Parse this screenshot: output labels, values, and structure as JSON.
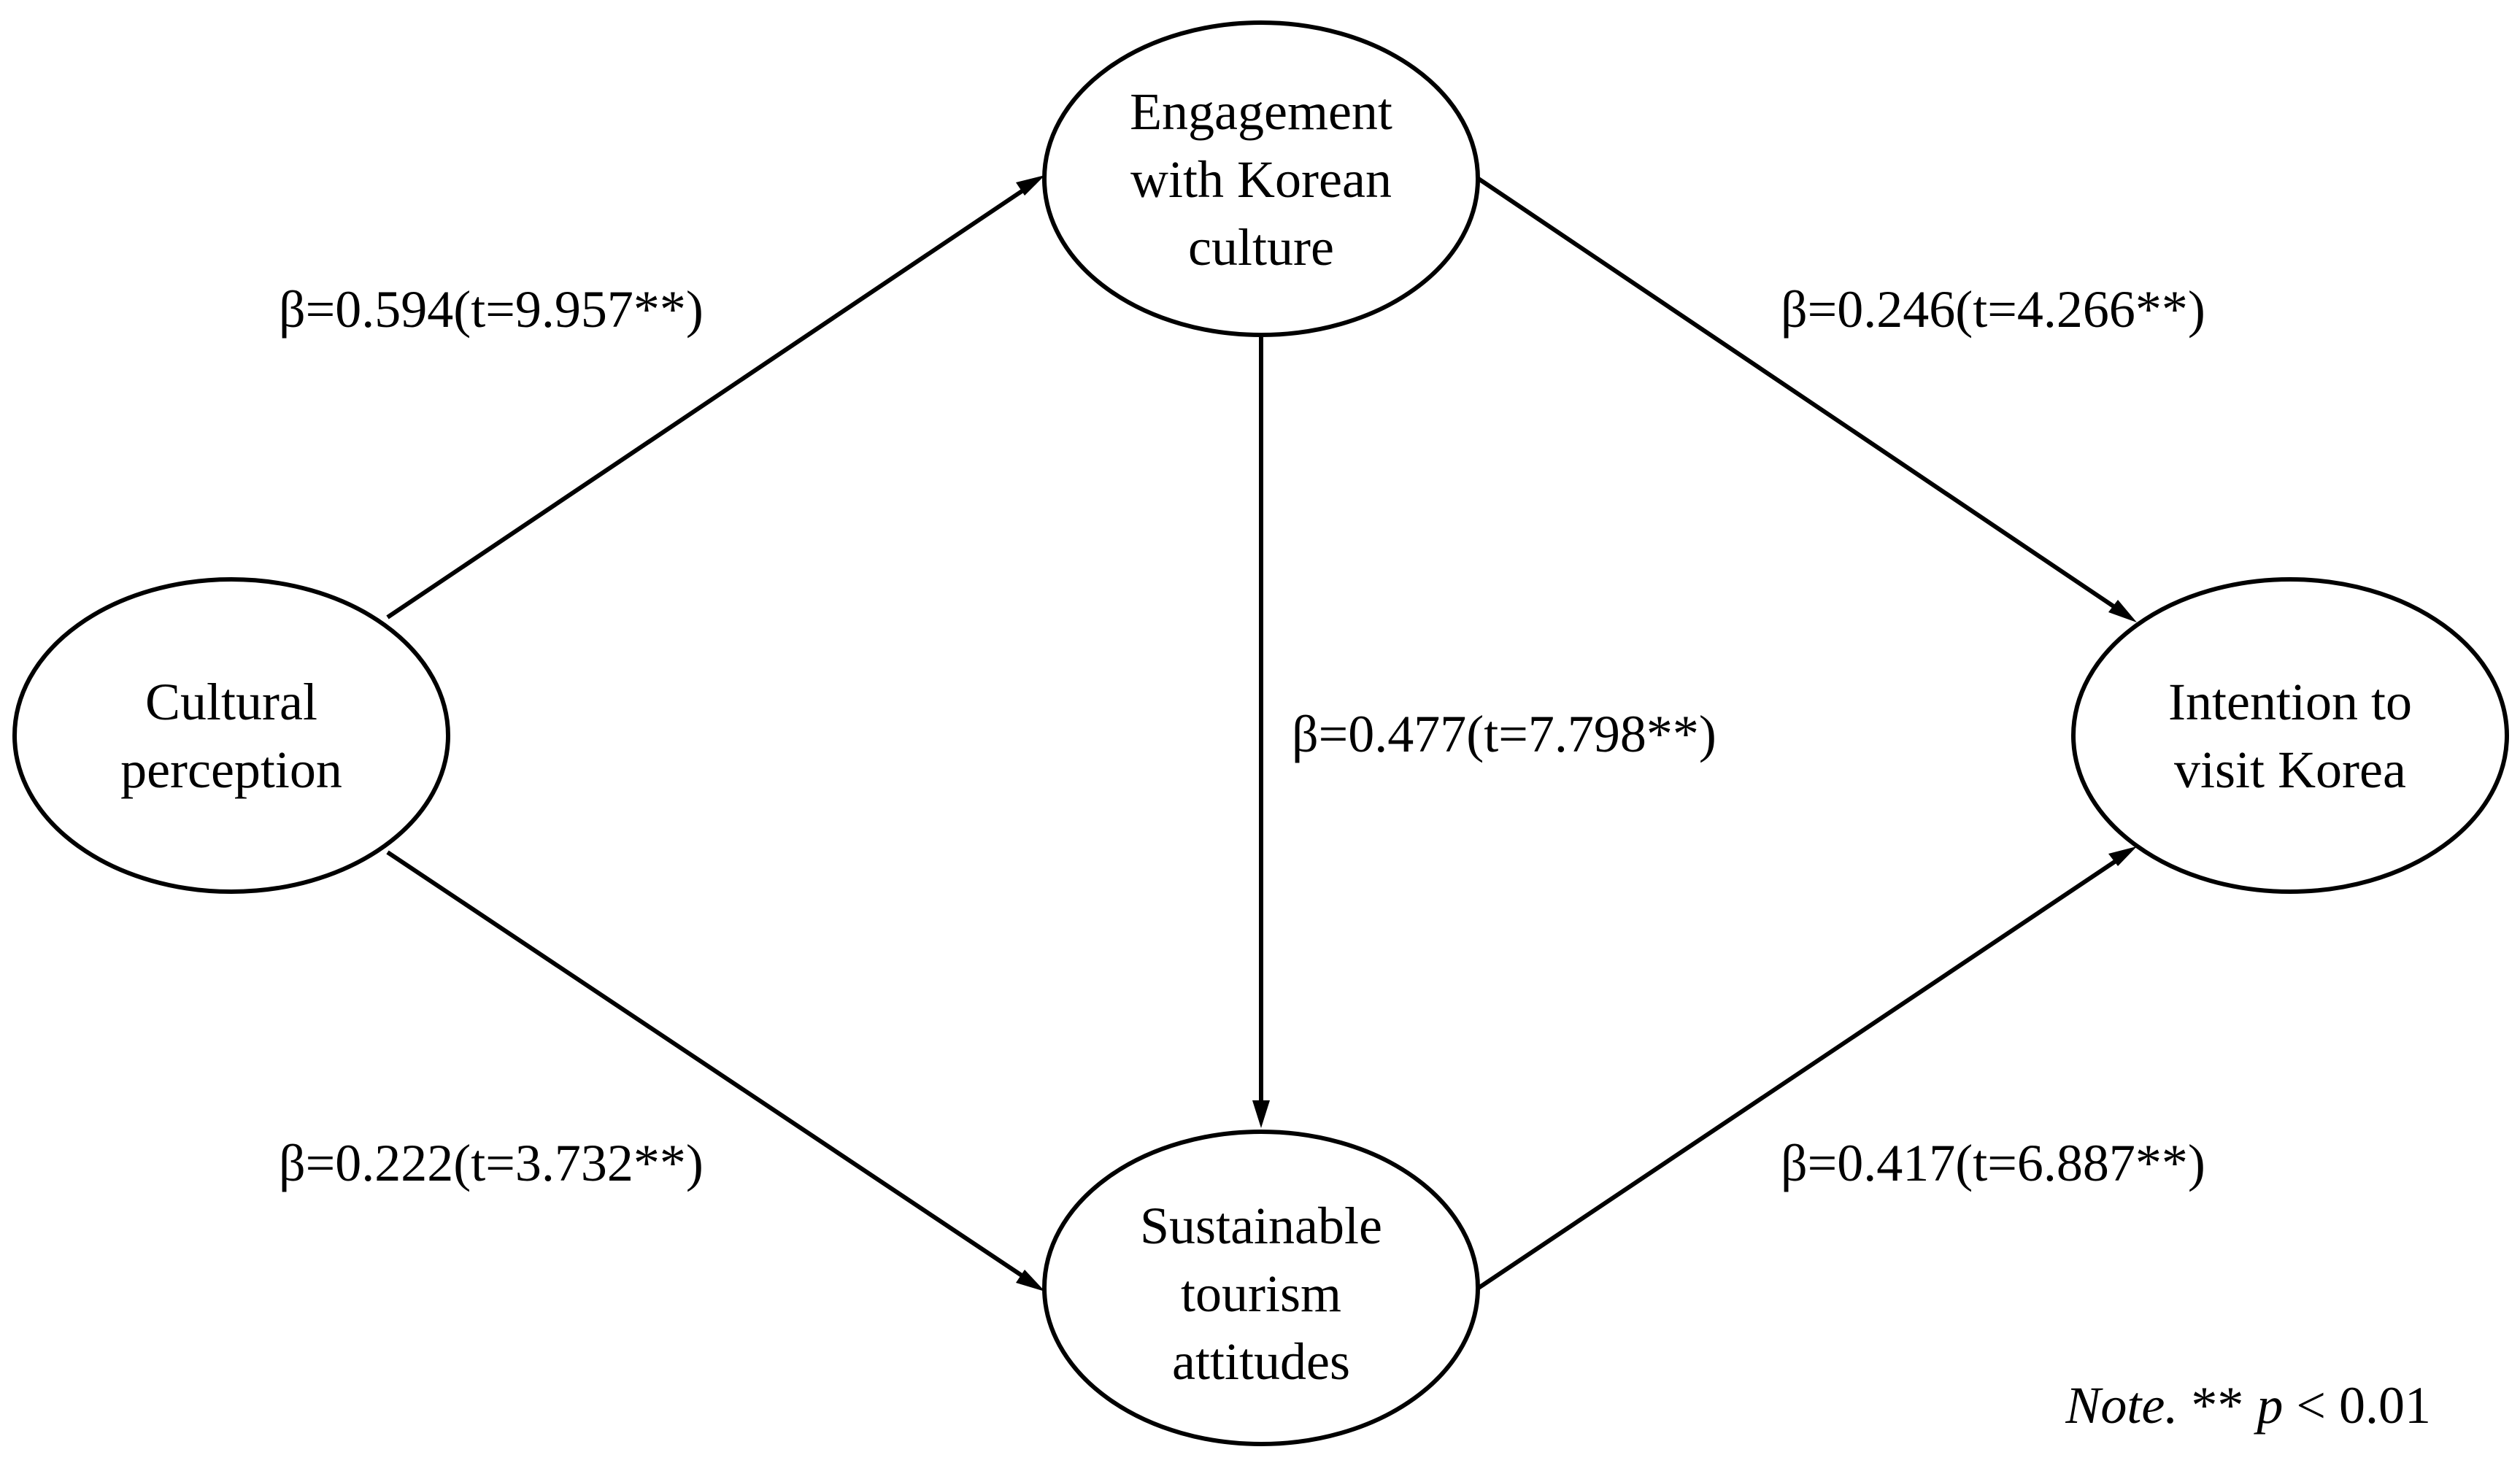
{
  "nodes": [
    {
      "id": "cultural",
      "lines": [
        "Cultural",
        "perception"
      ]
    },
    {
      "id": "engagement",
      "lines": [
        "Engagement",
        "with Korean",
        "culture"
      ]
    },
    {
      "id": "sustainable",
      "lines": [
        "Sustainable",
        "tourism",
        "attitudes"
      ]
    },
    {
      "id": "intention",
      "lines": [
        "Intention to",
        "visit Korea"
      ]
    }
  ],
  "edges": [
    {
      "id": "cultural-to-engagement",
      "from": "cultural",
      "to": "engagement",
      "label": "β=0.594(t=9.957**)"
    },
    {
      "id": "cultural-to-sustainable",
      "from": "cultural",
      "to": "sustainable",
      "label": "β=0.222(t=3.732**)"
    },
    {
      "id": "engagement-to-sustainable",
      "from": "engagement",
      "to": "sustainable",
      "label": "β=0.477(t=7.798**)"
    },
    {
      "id": "engagement-to-intention",
      "from": "engagement",
      "to": "intention",
      "label": "β=0.246(t=4.266**)"
    },
    {
      "id": "sustainable-to-intention",
      "from": "sustainable",
      "to": "intention",
      "label": "β=0.417(t=6.887**)"
    }
  ],
  "note": {
    "prefix": "Note.",
    "stars": " ** ",
    "p": "p",
    "rest": " < 0.01"
  }
}
